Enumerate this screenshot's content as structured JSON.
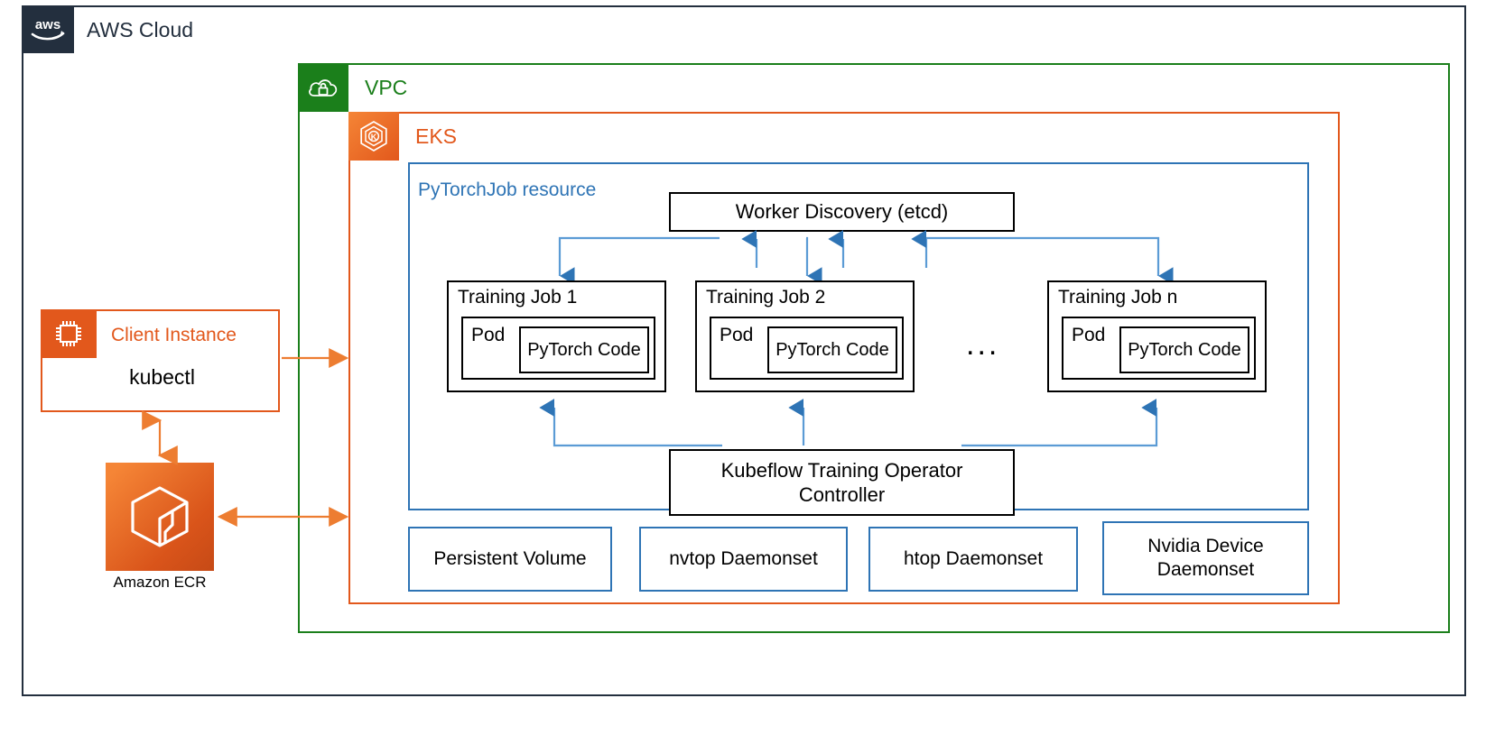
{
  "diagram": {
    "title": "AWS Cloud",
    "type": "architecture-diagram"
  },
  "groups": {
    "aws_cloud": {
      "label": "AWS Cloud",
      "icon": "aws-logo-icon",
      "color": "#232F3E"
    },
    "vpc": {
      "label": "VPC",
      "icon": "vpc-cloud-lock-icon",
      "color": "#1B7F1B"
    },
    "eks": {
      "label": "EKS",
      "icon": "eks-kubernetes-icon",
      "color": "#E2581C"
    },
    "pytorchjob": {
      "label": "PyTorchJob resource",
      "color": "#2E74B5"
    }
  },
  "client": {
    "header_label": "Client Instance",
    "body_label": "kubectl",
    "icon": "cpu-chip-icon",
    "color": "#E2581C"
  },
  "ecr": {
    "label": "Amazon ECR",
    "icon": "ecr-cube-icon",
    "color": "#E2581C"
  },
  "nodes": {
    "worker_discovery": "Worker Discovery (etcd)",
    "controller": "Kubeflow Training Operator Controller",
    "ellipsis": "..."
  },
  "training_jobs": [
    {
      "title": "Training Job 1",
      "pod_label": "Pod",
      "code_label": "PyTorch Code"
    },
    {
      "title": "Training Job 2",
      "pod_label": "Pod",
      "code_label": "PyTorch Code"
    },
    {
      "title": "Training Job n",
      "pod_label": "Pod",
      "code_label": "PyTorch Code"
    }
  ],
  "daemonsets": [
    {
      "label": "Persistent Volume"
    },
    {
      "label": "nvtop Daemonset"
    },
    {
      "label": "htop Daemonset"
    },
    {
      "label": "Nvidia Device Daemonset"
    }
  ],
  "colors": {
    "aws_navy": "#232F3E",
    "vpc_green": "#1B7F1B",
    "eks_orange": "#E2581C",
    "blue": "#2E74B5",
    "arrow_blue": "#5B9BD5",
    "arrow_orange": "#ED7D31"
  }
}
